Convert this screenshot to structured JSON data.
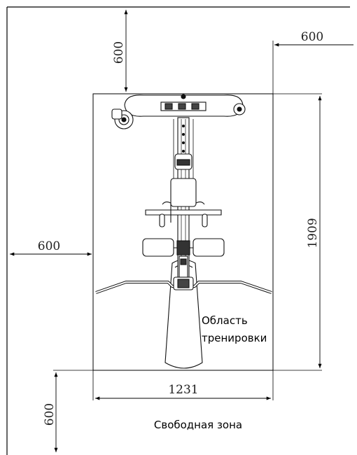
{
  "dimensions": {
    "top_clearance": "600",
    "right_clearance": "600",
    "left_clearance": "600",
    "bottom_clearance": "600",
    "depth": "1909",
    "width": "1231"
  },
  "zones": {
    "training_area_line1": "Область",
    "training_area_line2": "тренировки",
    "free_zone": "Свободная зона"
  }
}
